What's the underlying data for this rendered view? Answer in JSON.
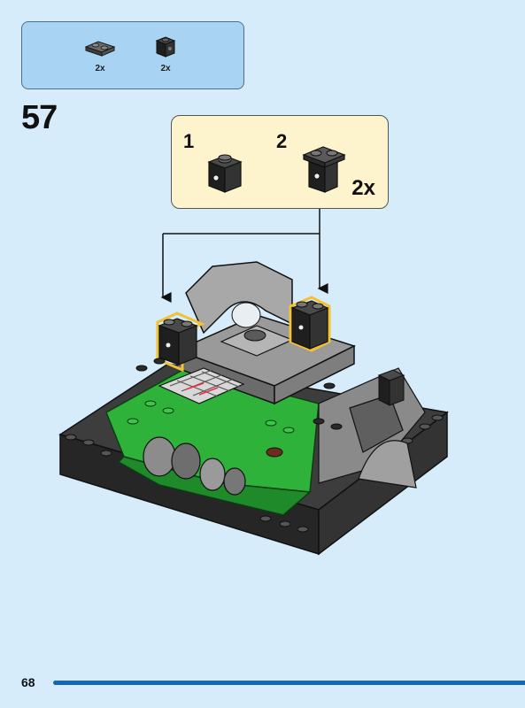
{
  "parts_list": {
    "items": [
      {
        "icon": "dark-gray-plate-icon",
        "quantity": "2x"
      },
      {
        "icon": "black-brick-icon",
        "quantity": "2x"
      }
    ]
  },
  "step": {
    "number": "57"
  },
  "callout": {
    "sub_steps": [
      {
        "number": "1",
        "icon": "black-brick-icon"
      },
      {
        "number": "2",
        "icon": "black-brick-with-plate-icon"
      }
    ],
    "quantity": "2x"
  },
  "colors": {
    "background": "#d6ecfb",
    "parts_box": "#a9d3f3",
    "callout": "#fdf3cd",
    "highlight": "#f2c230",
    "page_bar": "#1565b8",
    "green_brick": "#2fb23a",
    "dark_gray": "#505050"
  },
  "footer": {
    "page_number": "68"
  }
}
